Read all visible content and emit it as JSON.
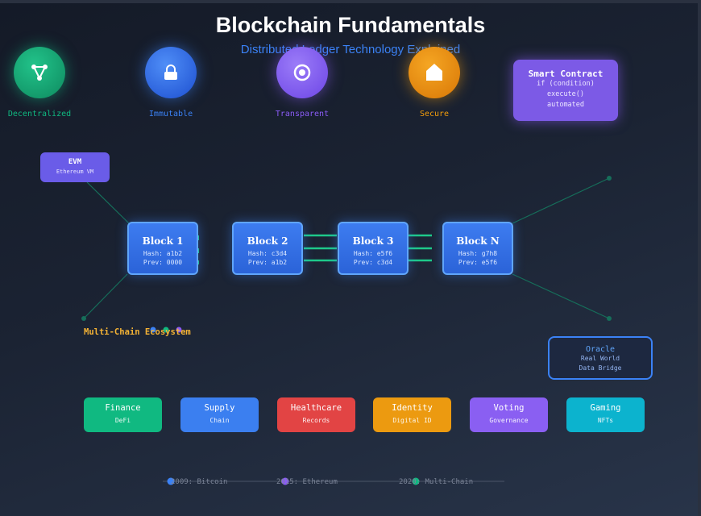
{
  "header": {
    "title": "Blockchain Fundamentals",
    "subtitle": "Distributed Ledger Technology Explained"
  },
  "features": [
    {
      "label": "Decentralized",
      "icon": "network-icon",
      "color": "#10b981"
    },
    {
      "label": "Immutable",
      "icon": "lock-icon",
      "color": "#3b82f6"
    },
    {
      "label": "Transparent",
      "icon": "eye-icon",
      "color": "#8b5cf6"
    },
    {
      "label": "Secure",
      "icon": "shield-icon",
      "color": "#f59e0b"
    }
  ],
  "smart_contract": {
    "title": "Smart Contract",
    "lines": [
      "if (condition)",
      "execute()",
      "automated"
    ]
  },
  "evm": {
    "title": "EVM",
    "subtitle": "Ethereum VM"
  },
  "blocks": [
    {
      "title": "Block 1",
      "hash": "Hash: a1b2",
      "prev": "Prev: 0000"
    },
    {
      "title": "Block 2",
      "hash": "Hash: c3d4",
      "prev": "Prev: a1b2"
    },
    {
      "title": "Block 3",
      "hash": "Hash: e5f6",
      "prev": "Prev: c3d4"
    },
    {
      "title": "Block N",
      "hash": "Hash: g7h8",
      "prev": "Prev: e5f6"
    }
  ],
  "ecosystem_label": "Multi-Chain Ecosystem",
  "oracle": {
    "title": "Oracle",
    "lines": [
      "Real World",
      "Data Bridge"
    ]
  },
  "applications": [
    {
      "title": "Finance",
      "subtitle": "DeFi",
      "color": "#10b981"
    },
    {
      "title": "Supply",
      "subtitle": "Chain",
      "color": "#3b82f6"
    },
    {
      "title": "Healthcare",
      "subtitle": "Records",
      "color": "#ef4444"
    },
    {
      "title": "Identity",
      "subtitle": "Digital ID",
      "color": "#f59e0b"
    },
    {
      "title": "Voting",
      "subtitle": "Governance",
      "color": "#8b5cf6"
    },
    {
      "title": "Gaming",
      "subtitle": "NFTs",
      "color": "#06b6d4"
    }
  ],
  "timeline": [
    {
      "label": "2009: Bitcoin",
      "color": "#3b82f6"
    },
    {
      "label": "2015: Ethereum",
      "color": "#8b5cf6"
    },
    {
      "label": "2020: Multi-Chain",
      "color": "#10b981"
    }
  ]
}
